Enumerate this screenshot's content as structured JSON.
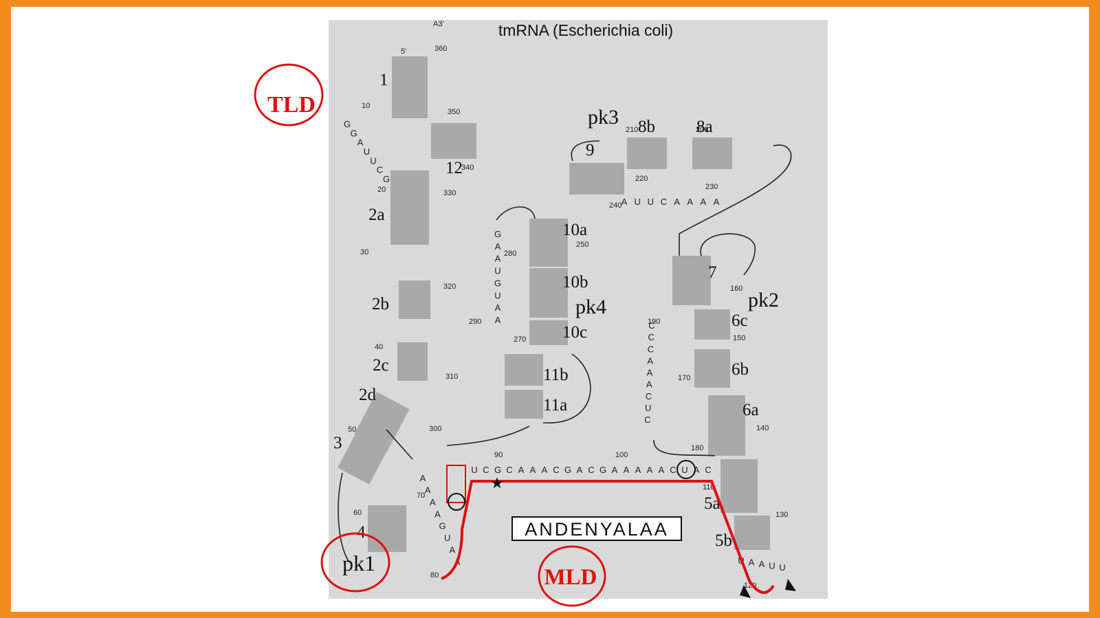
{
  "title": "tmRNA (Escherichia coli)",
  "domains": {
    "tld": "TLD",
    "mld": "MLD",
    "pk1": "pk1"
  },
  "pseudoknots": [
    "pk2",
    "pk3",
    "pk4"
  ],
  "helices": [
    "1",
    "12",
    "2a",
    "2b",
    "2c",
    "2d",
    "3",
    "4",
    "9",
    "8b",
    "8a",
    "10a",
    "10b",
    "10c",
    "11b",
    "11a",
    "7",
    "6c",
    "6b",
    "6a",
    "5a",
    "5b"
  ],
  "ends": {
    "five": "5'",
    "three": "A3'"
  },
  "tag_peptide": "ANDENYALAA",
  "numbers": [
    "10",
    "20",
    "30",
    "40",
    "50",
    "60",
    "70",
    "80",
    "90",
    "100",
    "110",
    "120",
    "130",
    "140",
    "150",
    "160",
    "170",
    "180",
    "190",
    "200",
    "210",
    "220",
    "230",
    "240",
    "250",
    "270",
    "280",
    "290",
    "300",
    "310",
    "320",
    "330",
    "340",
    "350",
    "360"
  ],
  "mrna_track": "UCGCAAACGACGAAAAACUAC",
  "colors": {
    "frame": "#f28c1c",
    "panel": "#d9d9d9",
    "helix_box": "#a9a9a9",
    "annotation": "#e01010"
  }
}
